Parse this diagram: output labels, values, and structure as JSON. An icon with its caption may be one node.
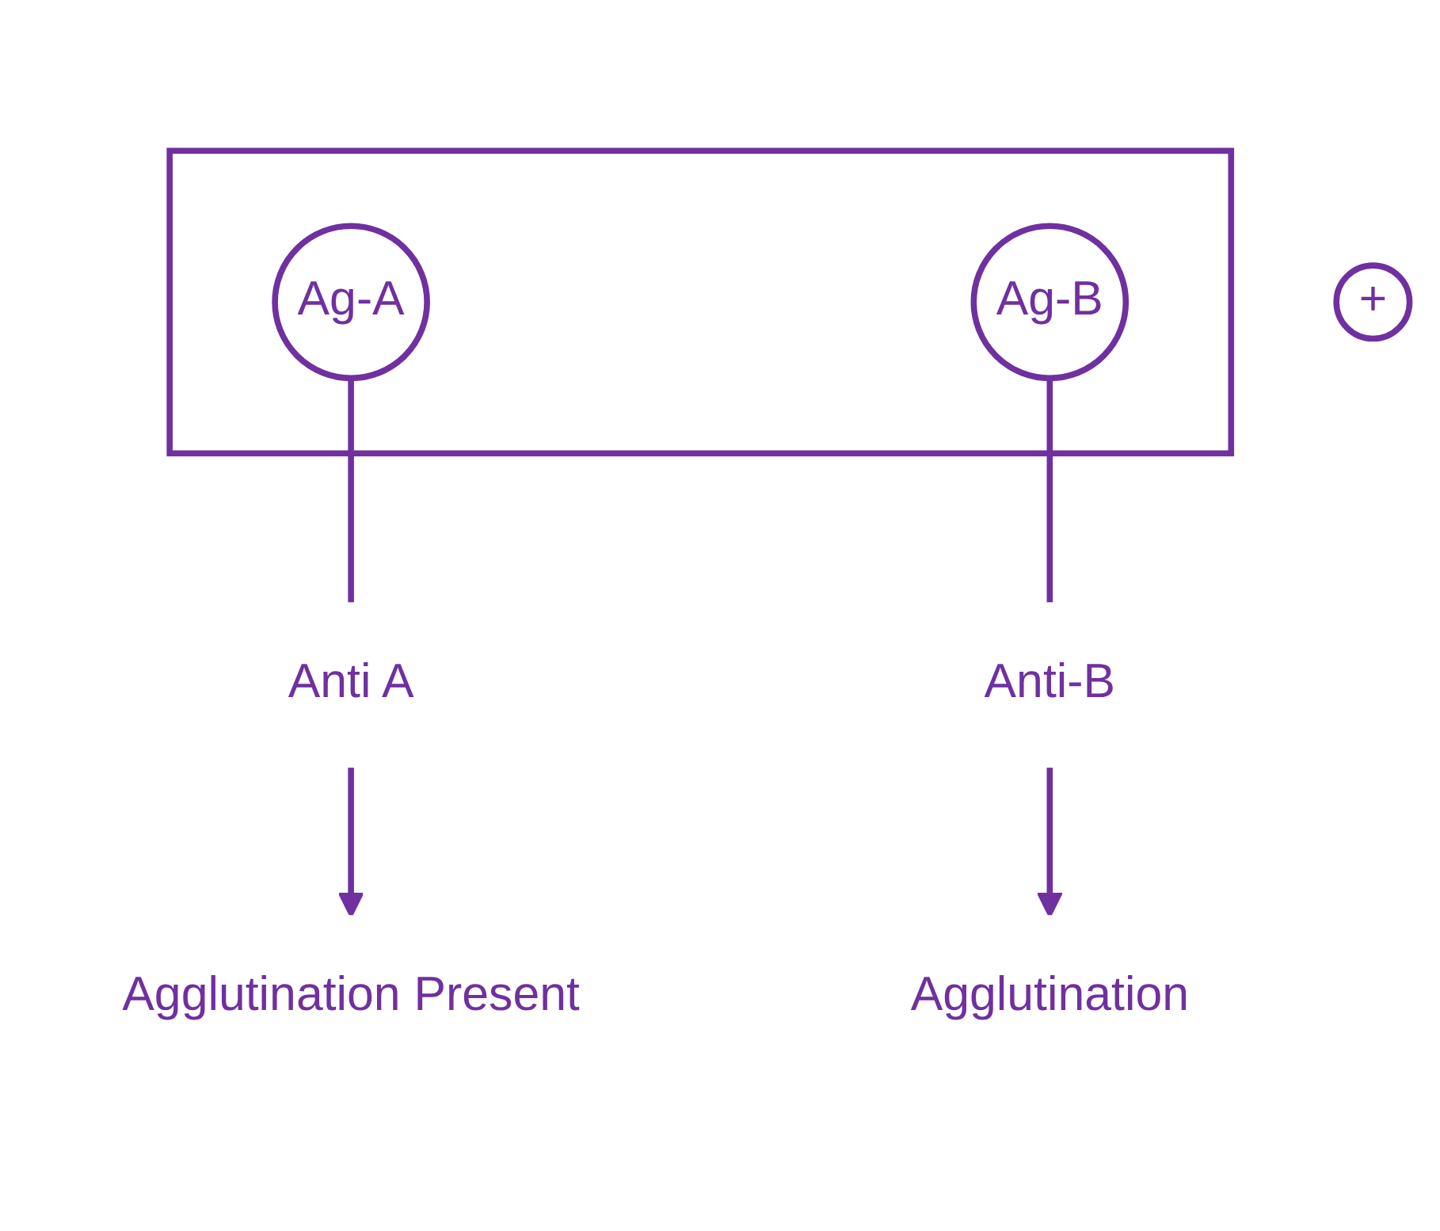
{
  "diagram": {
    "nodes": [
      {
        "text": [],
        "shape": "box"
      },
      {
        "text": [
          "Ag-A"
        ],
        "in": 0
      },
      {
        "text": [
          "Ag-B"
        ],
        "in": 0
      },
      {
        "text": [
          "Anti A"
        ]
      },
      {
        "text": [
          "Agglutination Present"
        ]
      },
      {
        "text": [
          "Anti-B"
        ]
      },
      {
        "text": [
          "Agglutination"
        ]
      },
      {
        "text": [
          "+"
        ]
      }
    ],
    "edges": [
      {
        "from": 1,
        "to": 3,
        "arrow": "none"
      },
      {
        "from": 2,
        "to": 5,
        "arrow": "none"
      },
      {
        "from": 3,
        "to": 4,
        "arrow": "to"
      },
      {
        "from": 5,
        "to": 6,
        "arrow": "to"
      }
    ]
  }
}
